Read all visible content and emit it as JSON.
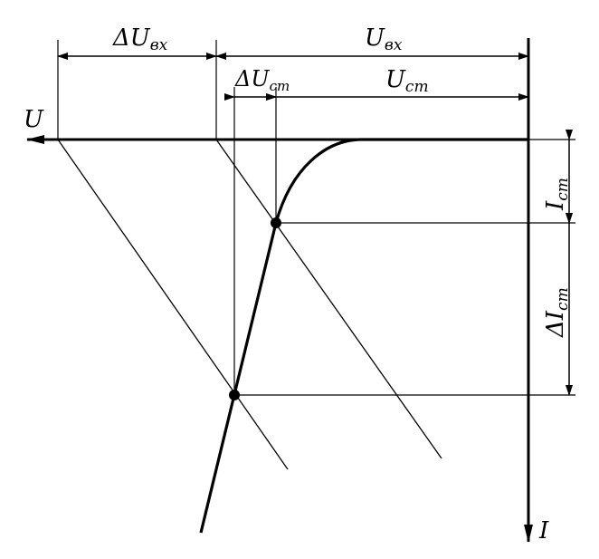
{
  "labels": {
    "u_axis": "U",
    "i_axis": "I",
    "delta_u_in": "ΔU",
    "delta_u_in_sub": "вх",
    "u_in": "U",
    "u_in_sub": "вх",
    "delta_u_st": "ΔU",
    "delta_u_st_sub": "ст",
    "u_st": "U",
    "u_st_sub": "ст",
    "i_st": "I",
    "i_st_sub": "ст",
    "delta_i_st": "ΔI",
    "delta_i_st_sub": "ст"
  },
  "colors": {
    "ink": "#000000",
    "paper": "#ffffff"
  }
}
